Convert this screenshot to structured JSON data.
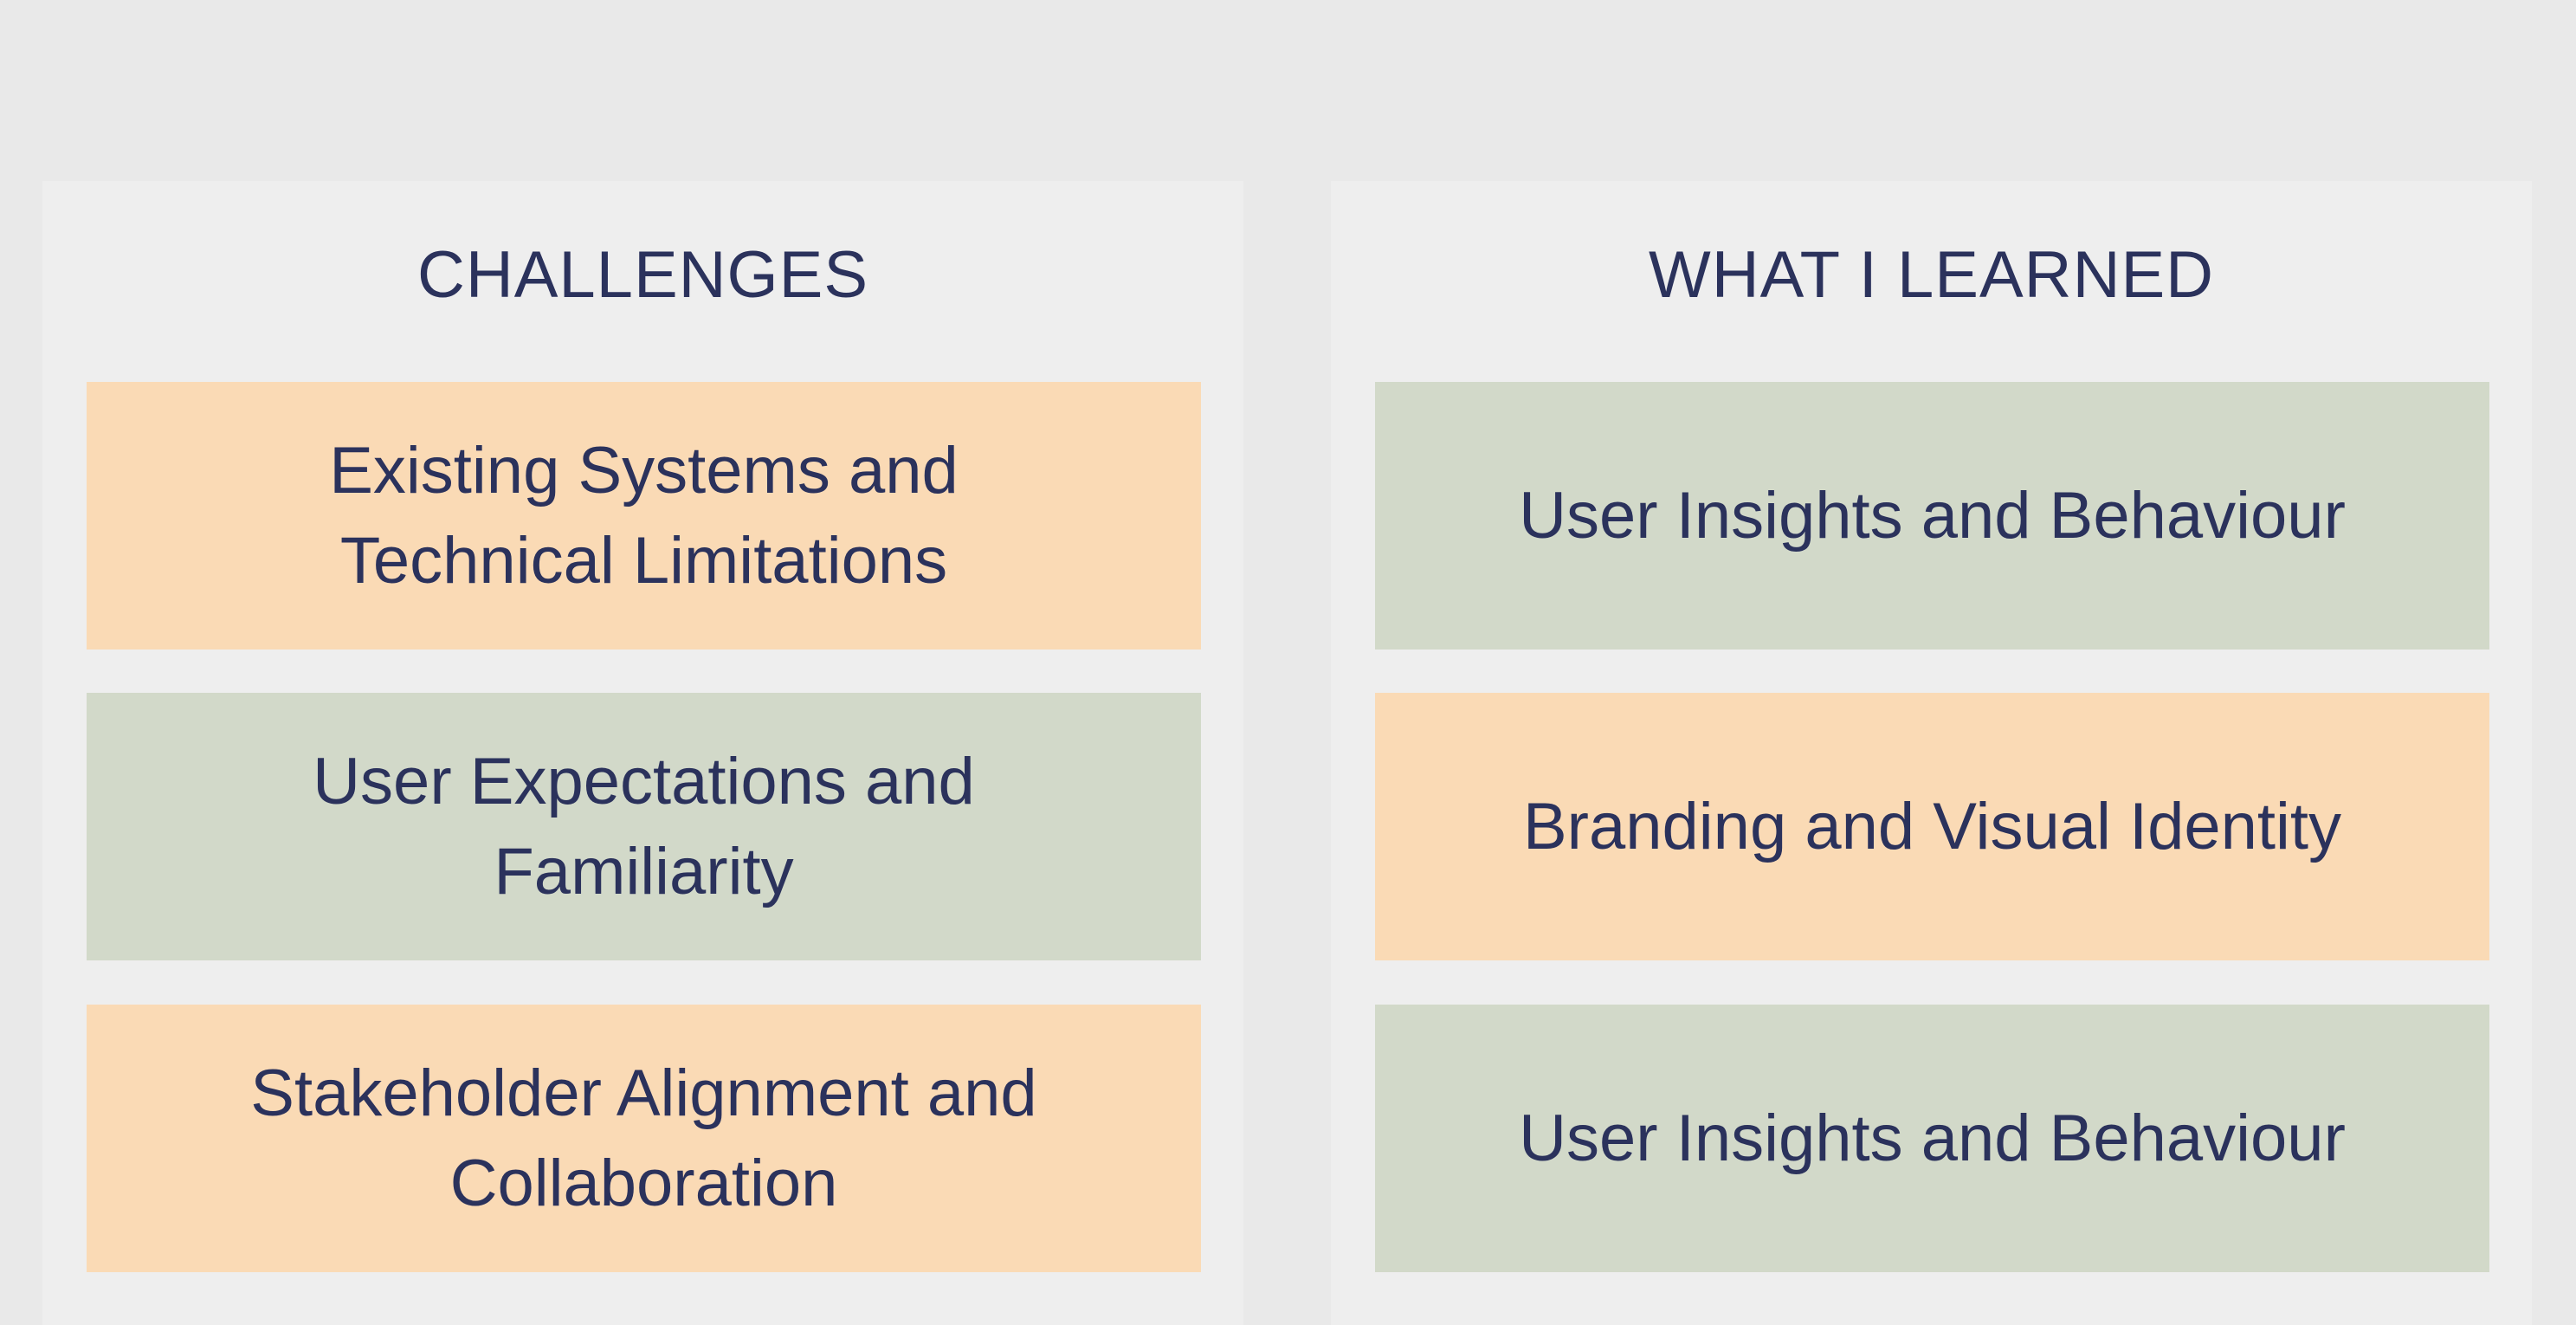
{
  "colors": {
    "background": "#e9e9e9",
    "panel": "#eeeeee",
    "text": "#2b325c",
    "peach": "#fadab5",
    "sage": "#d2d9c9"
  },
  "challenges": {
    "title": "CHALLENGES",
    "items": [
      {
        "label": "Existing Systems and Technical Limitations",
        "color": "#fadab5"
      },
      {
        "label": "User Expectations and Familiarity",
        "color": "#d2d9c9"
      },
      {
        "label": "Stakeholder Alignment and Collaboration",
        "color": "#fadab5"
      }
    ]
  },
  "learned": {
    "title": "WHAT I LEARNED",
    "items": [
      {
        "label": "User Insights and Behaviour",
        "color": "#d2d9c9"
      },
      {
        "label": "Branding and Visual Identity",
        "color": "#fadab5"
      },
      {
        "label": "User Insights and Behaviour",
        "color": "#d2d9c9"
      }
    ]
  }
}
